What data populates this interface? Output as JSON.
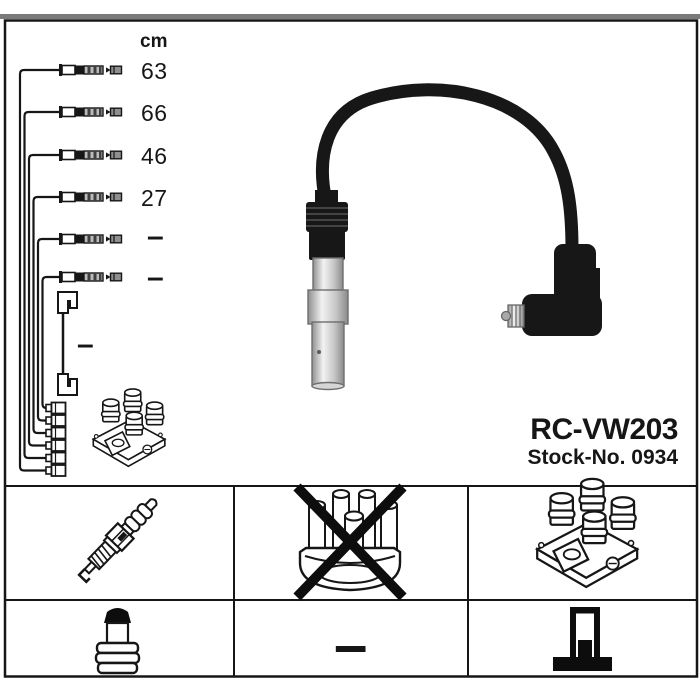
{
  "product": {
    "model": "RC-VW203",
    "stock": "Stock-No. 0934"
  },
  "length_column": {
    "unit": "cm",
    "values": [
      "63",
      "66",
      "46",
      "27",
      "–",
      "–"
    ],
    "coil_wire_value": "–"
  },
  "legend": {
    "row1": [
      {
        "icon": "spark-plug"
      },
      {
        "icon": "distributor-cap-crossed"
      },
      {
        "icon": "ignition-coil-pack"
      }
    ],
    "row2": [
      {
        "icon": "terminal-nut"
      },
      {
        "icon": "dash",
        "value": "–"
      },
      {
        "icon": "coil-bracket-connector"
      }
    ]
  },
  "colors": {
    "accent_band": "#7b7b7b",
    "line": "#161616",
    "background": "#ffffff"
  }
}
